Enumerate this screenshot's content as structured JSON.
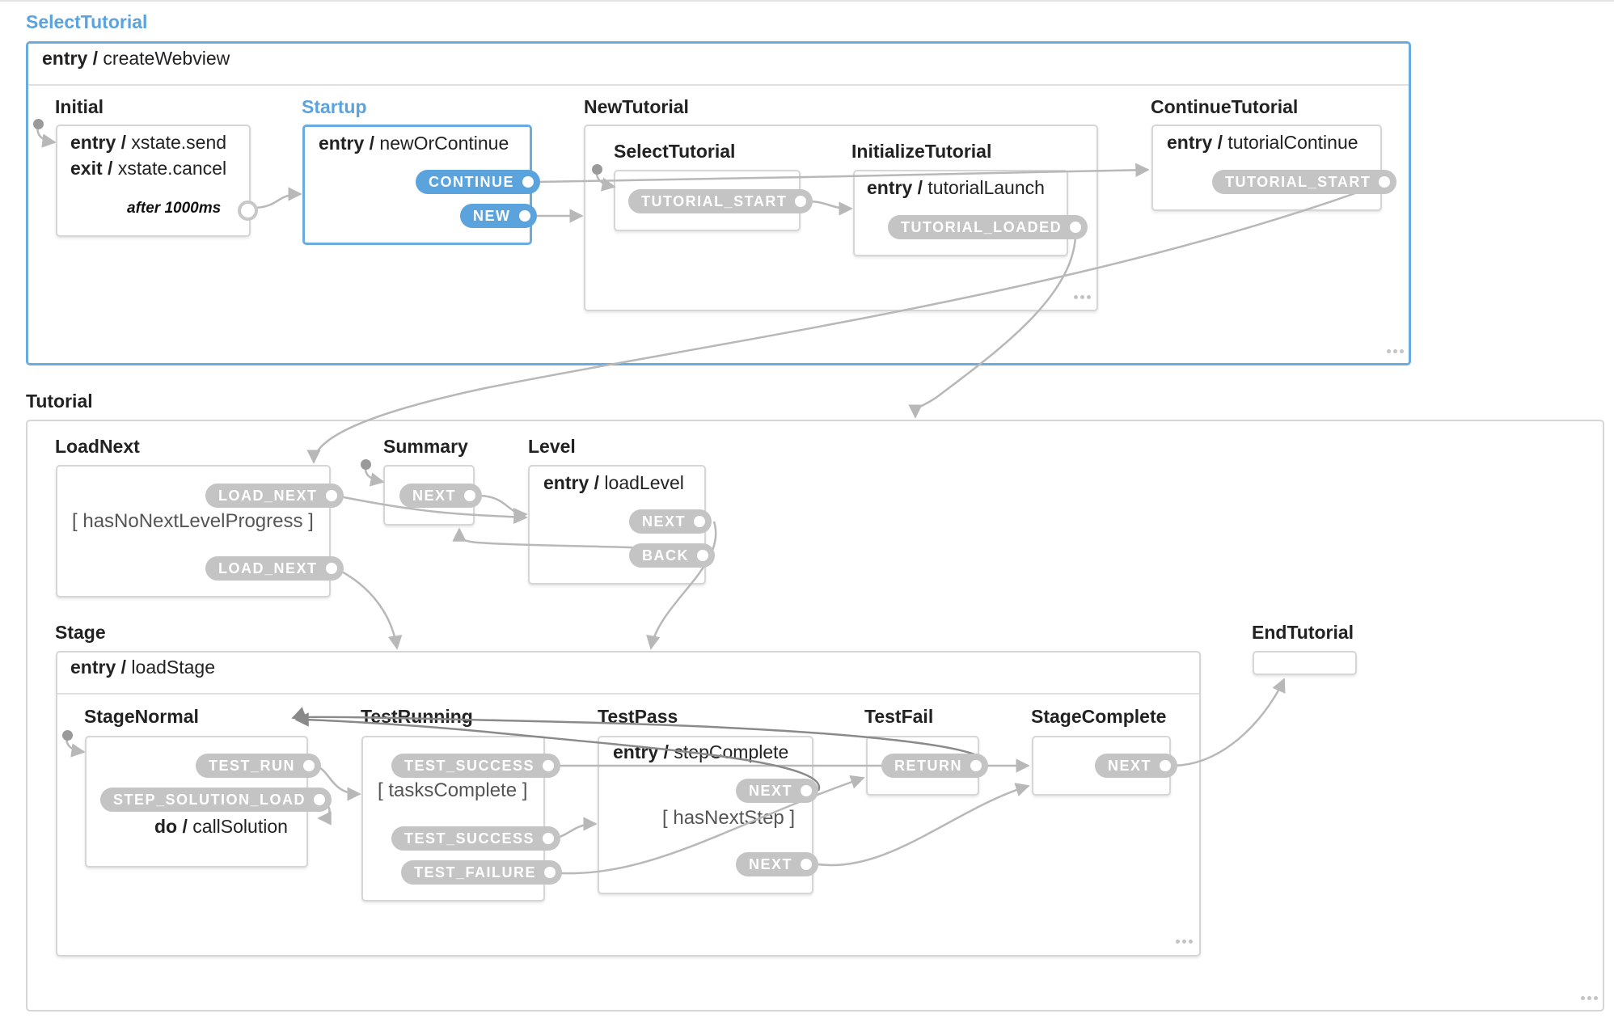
{
  "machine": {
    "select_tutorial": {
      "title": "SelectTutorial",
      "entry": "createWebview",
      "initial": {
        "title": "Initial",
        "entry": "xstate.send",
        "exit": "xstate.cancel",
        "after": "after 1000ms"
      },
      "startup": {
        "title": "Startup",
        "entry": "newOrContinue",
        "events": {
          "continue": "CONTINUE",
          "new": "NEW"
        }
      },
      "new_tutorial": {
        "title": "NewTutorial",
        "select_tutorial": {
          "title": "SelectTutorial",
          "event": "TUTORIAL_START"
        },
        "initialize_tutorial": {
          "title": "InitializeTutorial",
          "entry": "tutorialLaunch",
          "event": "TUTORIAL_LOADED"
        }
      },
      "continue_tutorial": {
        "title": "ContinueTutorial",
        "entry": "tutorialContinue",
        "event": "TUTORIAL_START"
      }
    },
    "tutorial": {
      "title": "Tutorial",
      "load_next": {
        "title": "LoadNext",
        "event_1": "LOAD_NEXT",
        "guard": "hasNoNextLevelProgress",
        "event_2": "LOAD_NEXT"
      },
      "summary": {
        "title": "Summary",
        "event": "NEXT"
      },
      "level": {
        "title": "Level",
        "entry": "loadLevel",
        "events": {
          "next": "NEXT",
          "back": "BACK"
        }
      },
      "stage": {
        "title": "Stage",
        "entry": "loadStage",
        "stage_normal": {
          "title": "StageNormal",
          "events": {
            "test_run": "TEST_RUN",
            "step_solution_load": "STEP_SOLUTION_LOAD"
          },
          "do": "callSolution"
        },
        "test_running": {
          "title": "TestRunning",
          "event_1": "TEST_SUCCESS",
          "guard": "tasksComplete",
          "event_2": "TEST_SUCCESS",
          "event_3": "TEST_FAILURE"
        },
        "test_pass": {
          "title": "TestPass",
          "entry": "stepComplete",
          "event_1": "NEXT",
          "guard": "hasNextStep",
          "event_2": "NEXT"
        },
        "test_fail": {
          "title": "TestFail",
          "event": "RETURN"
        },
        "stage_complete": {
          "title": "StageComplete",
          "event": "NEXT"
        }
      },
      "end_tutorial": {
        "title": "EndTutorial"
      }
    }
  },
  "labels": {
    "entry": "entry",
    "exit": "exit",
    "do": "do"
  },
  "colors": {
    "active": "#5aa3dc",
    "event_pill": "#c4c4c4",
    "border": "#d6d6d6",
    "edge": "#b8b8b8",
    "initial_dot": "#9a9a9a"
  }
}
